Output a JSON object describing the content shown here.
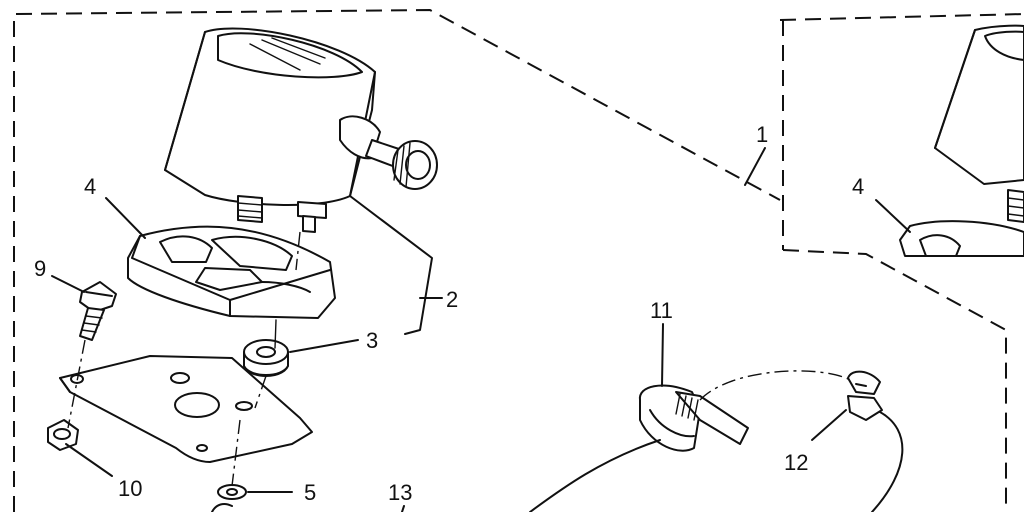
{
  "callouts": {
    "c1": "1",
    "c2": "2",
    "c3": "3",
    "c4": "4",
    "c5": "5",
    "c9": "9",
    "c10": "10",
    "c11": "11",
    "c12": "12",
    "c13": "13",
    "c4b": "4"
  }
}
